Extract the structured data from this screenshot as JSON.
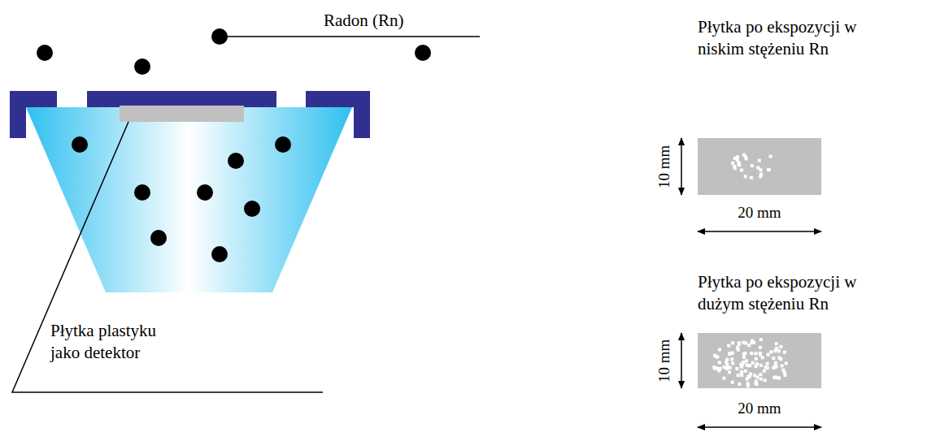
{
  "diagram": {
    "labels": [
      "Radon (Rn)",
      "Płytka plastyku jako detektor",
      "Płytka po ekspozycji w niskim stężeniu Rn",
      "10 mm",
      "20 mm",
      "Płytka po ekspozycji w dużym stężeniu Rn",
      "10 mm",
      "20 mm"
    ]
  }
}
